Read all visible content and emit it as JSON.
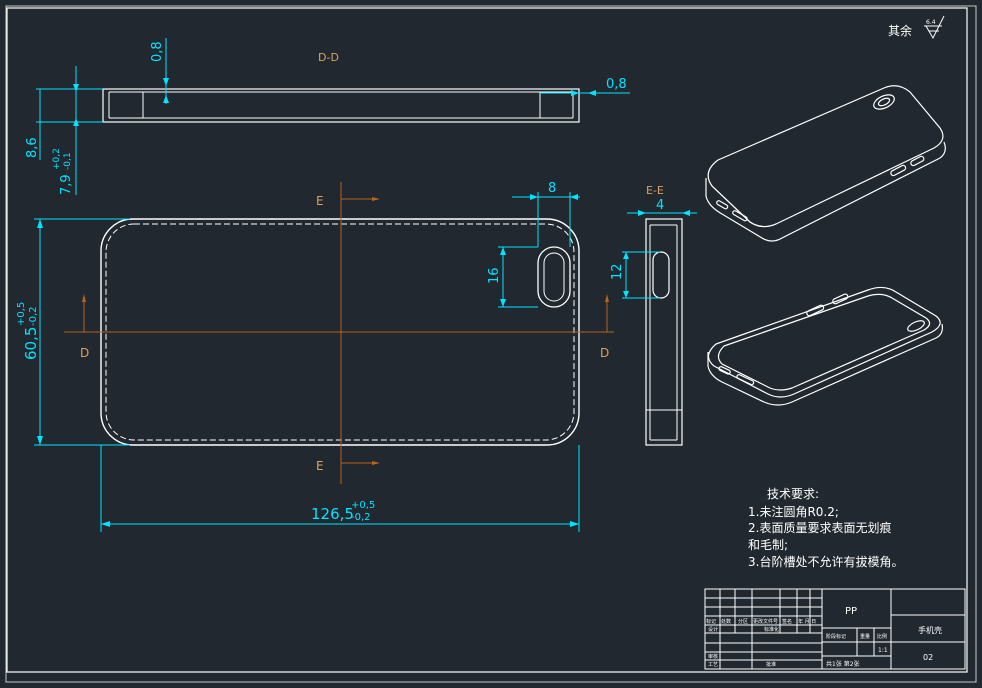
{
  "drawing": {
    "surface_finish_prefix": "其余",
    "surface_finish_value": "6.4",
    "section_dd_label": "D-D",
    "section_ee_label": "E-E",
    "cut_d_left": "D",
    "cut_d_right": "D",
    "cut_e_top": "E",
    "cut_e_bottom": "E"
  },
  "dimensions": {
    "wall_top": "0,8",
    "wall_right": "0,8",
    "height_total": "8,6",
    "height_inner": "7,9",
    "height_inner_tol_upper": "+0,2",
    "height_inner_tol_lower": "-0,1",
    "width_main": "60,5",
    "width_tol_upper": "+0,5",
    "width_tol_lower": "-0,2",
    "length_main": "126,5",
    "length_tol_upper": "+0,5",
    "length_tol_lower": "-0,2",
    "slot_width": "8",
    "slot_length": "16",
    "ee_width": "4",
    "ee_slot": "12"
  },
  "notes": {
    "title": "技术要求:",
    "line1": "1.未注圆角R0.2;",
    "line2": "2.表面质量要求表面无划痕",
    "line3": "和毛制;",
    "line4": "3.台阶槽处不允许有拔模角。"
  },
  "title_block": {
    "material": "PP",
    "part_name": "手机壳",
    "drawing_no": "02",
    "scale": "1:1",
    "sheet_info": "共1张  第2张",
    "h_mark": "标记",
    "h_count": "处数",
    "h_zone": "分区",
    "h_change_doc": "更改文件号",
    "h_sign": "签名",
    "h_date": "年 月 日",
    "designer": "设计",
    "standardize": "标准化",
    "stage_mark": "阶段标记",
    "weight": "重量",
    "scale_label": "比例",
    "review": "审核",
    "process": "工艺",
    "approve": "批准"
  }
}
